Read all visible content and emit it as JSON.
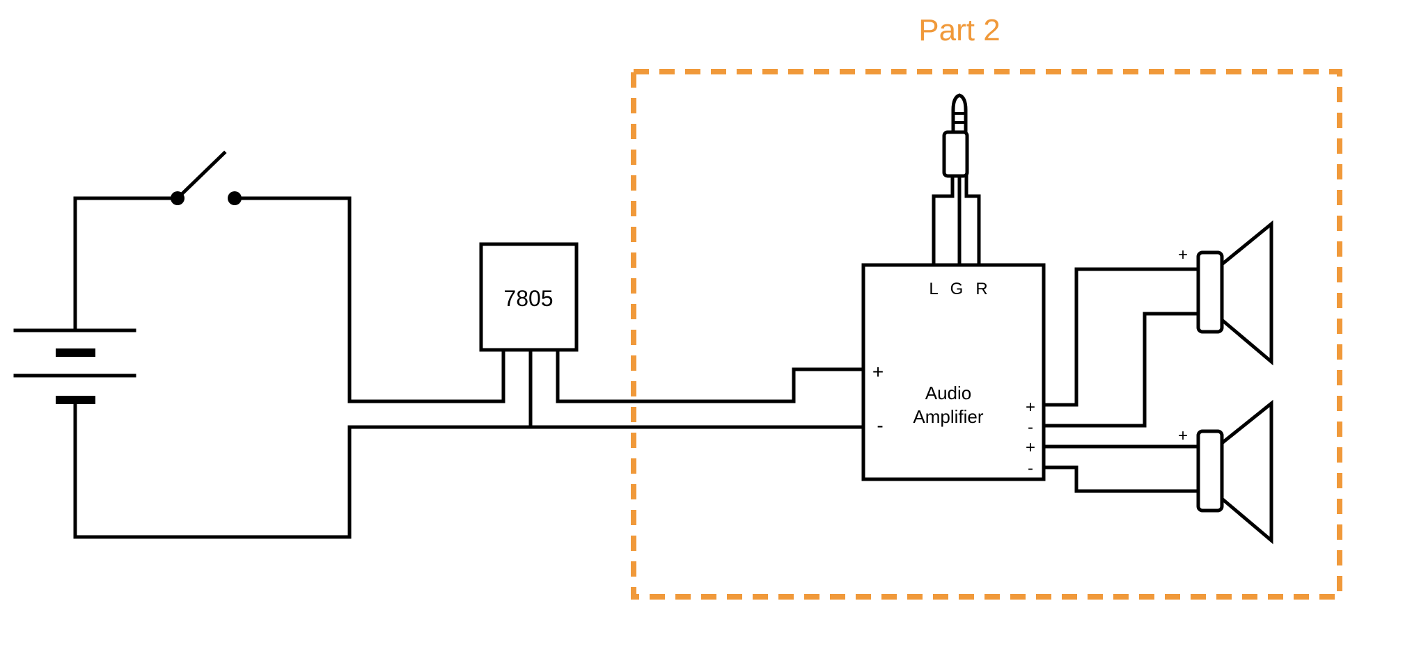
{
  "colors": {
    "wire": "#000000",
    "part_accent": "#f0993a",
    "background": "#ffffff"
  },
  "part_box": {
    "title": "Part 2"
  },
  "regulator": {
    "label": "7805"
  },
  "amplifier": {
    "label_line1": "Audio",
    "label_line2": "Amplifier",
    "input_plus": "+",
    "input_minus": "-",
    "out1_plus": "+",
    "out1_minus": "-",
    "out2_plus": "+",
    "out2_minus": "-"
  },
  "audio_jack": {
    "pin_l": "L",
    "pin_g": "G",
    "pin_r": "R"
  },
  "speakers": [
    {
      "polarity_label": "+"
    },
    {
      "polarity_label": "+"
    }
  ],
  "icons": [
    "battery-icon",
    "switch-icon",
    "audio-jack-icon",
    "speaker-icon"
  ]
}
